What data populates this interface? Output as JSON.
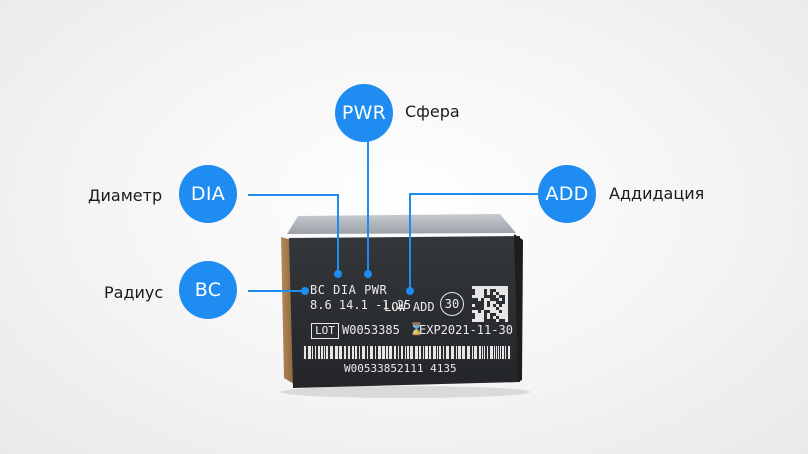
{
  "annotations": {
    "pwr": {
      "badge": "PWR",
      "label": "Сфера"
    },
    "dia": {
      "badge": "DIA",
      "label": "Диаметр"
    },
    "add": {
      "badge": "ADD",
      "label": "Аддидация"
    },
    "bc": {
      "badge": "BC",
      "label": "Радиус"
    }
  },
  "box": {
    "headers": "BC DIA PWR",
    "values": "8.6 14.1 -1.25",
    "add_value": "LOW ADD",
    "count": "30",
    "lot_label": "LOT",
    "lot_number": "W0053385",
    "exp": "EXP2021-11-30",
    "barcode_number": "W00533852111 4135"
  },
  "colors": {
    "accent": "#1e8cf0",
    "box": "#2b2d30"
  }
}
